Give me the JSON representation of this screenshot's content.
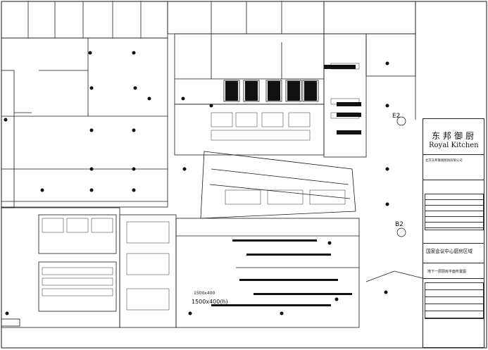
{
  "title_block": {
    "brand_cn": "东邦御厨",
    "brand_en": "Royal Kitchen",
    "company": "北京东邦御厨厨具有限公司",
    "project": "国家会议中心厨房区域",
    "drawing_title": "地下一层厨房平面布置图"
  },
  "labels": {
    "e2": "E2",
    "b2": "B2",
    "dim_1": "1500x400",
    "dim_2": "1500x400(h)"
  }
}
